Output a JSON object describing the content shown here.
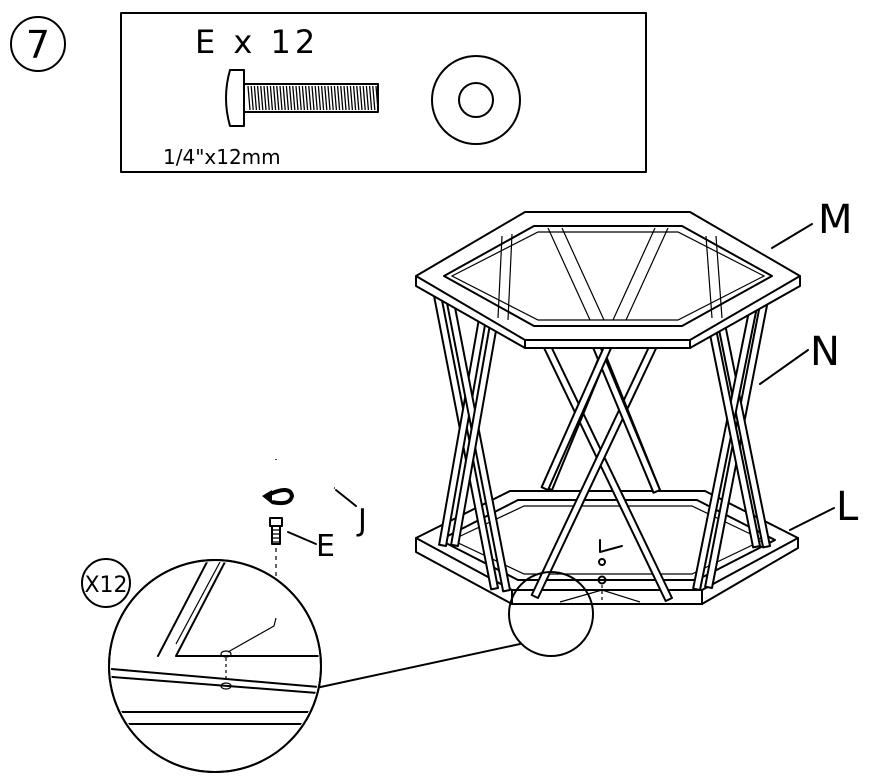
{
  "step": {
    "number": "7"
  },
  "parts_box": {
    "quantity_label": "E x 12",
    "size_label": "1/4\"x12mm"
  },
  "labels": {
    "top_frame": "M",
    "side_frame": "N",
    "base_frame": "L",
    "allen_key": "J",
    "bolt": "E",
    "detail_multiplier": "X12"
  }
}
